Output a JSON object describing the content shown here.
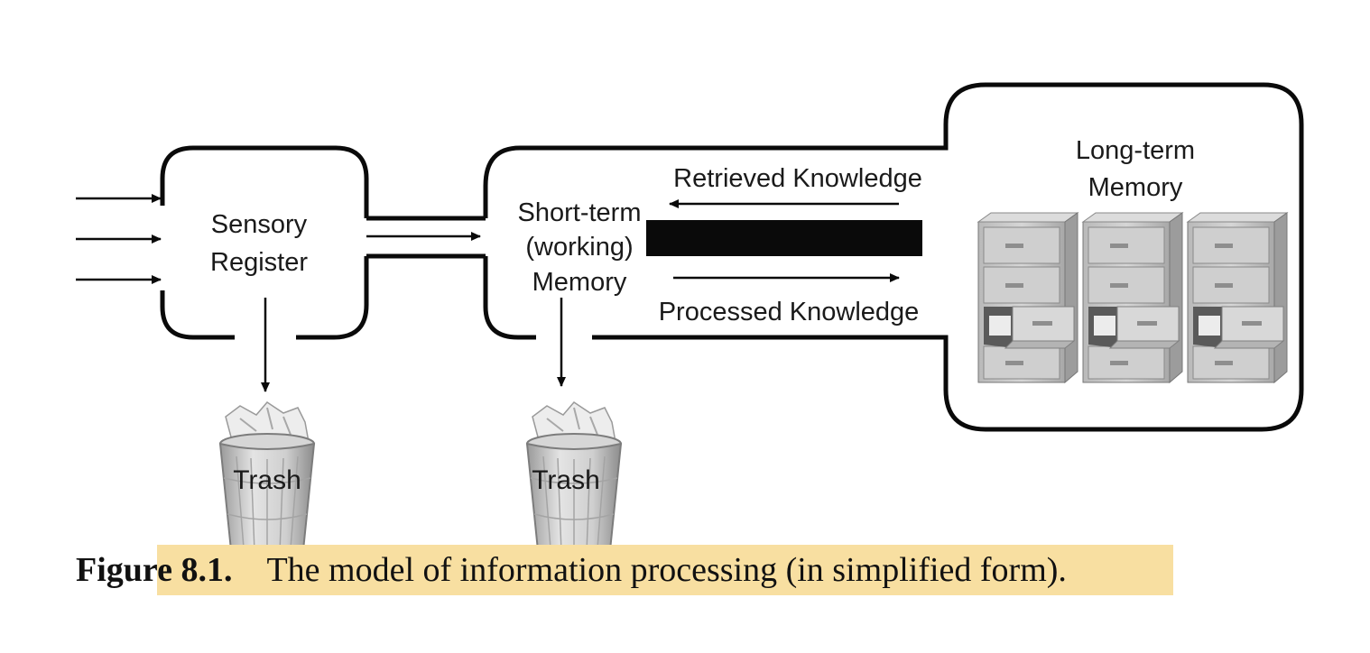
{
  "diagram": {
    "sensory_register": {
      "line1": "Sensory",
      "line2": "Register"
    },
    "short_term_memory": {
      "line1": "Short-term",
      "line2": "(working)",
      "line3": "Memory"
    },
    "long_term_memory": {
      "line1": "Long-term",
      "line2": "Memory"
    },
    "retrieved_knowledge": "Retrieved Knowledge",
    "processed_knowledge": "Processed Knowledge",
    "trash_left": "Trash",
    "trash_right": "Trash"
  },
  "caption": {
    "number": "Figure 8.1.",
    "title": "The model of information processing (in simplified form)."
  },
  "colors": {
    "highlight": "#f8dfa1",
    "stroke": "#0a0a0a",
    "cabinet": "#c9c9c9"
  }
}
